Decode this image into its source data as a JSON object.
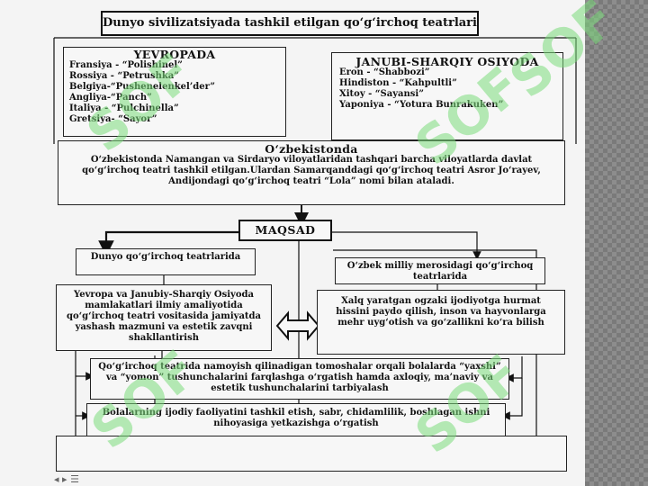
{
  "title": "Dunyo sivilizatsiyada tashkil  etilgan qo‘g‘irchoq teatrlari",
  "europe": {
    "heading": "YEVROPADA",
    "lines": [
      "Fransiya - “Polishinel”",
      "Rossiya - “Petrushka”",
      "Belgiya-“Pushenelenkel’der”",
      "Angliya-“Panch”",
      "Italiya - “Pulchinella”",
      "Gretsiya- “Sayor”"
    ]
  },
  "asia": {
    "heading": "JANUBI-SHARQIY OSIYODA",
    "lines": [
      "Eron - “Shabbozi”",
      "Hindiston - “Kahpultli”",
      "Xitoy - “Sayansi”",
      "Yaponiya - “Yotura Bunrakuken”"
    ]
  },
  "uzbekistan": {
    "heading": "O‘zbekistonda",
    "text": "O‘zbekistonda Namangan va Sirdaryo viloyatlaridan tashqari barcha viloyatlarda davlat qo‘g‘irchoq teatri tashkil etilgan.Ulardan  Samarqanddagi qo‘g‘irchoq teatri Asror Jo‘rayev, Andijondagi qo‘g‘irchoq teatri “Lola” nomi bilan ataladi."
  },
  "goal": "MAQSAD",
  "left_box": "Dunyo qo‘g‘irchoq teatrlarida",
  "right_box": "O‘zbek milliy merosidagi qo‘g‘irchoq teatrlarida",
  "left_desc": "Yevropa va Janubiy-Sharqiy Osiyoda mamlakatlari ilmiy amaliyotida qo‘g‘irchoq teatri vositasida jamiyatda yashash mazmuni va estetik zavqni shakllantirish",
  "right_desc": "Xalq yaratgan ogzaki ijodiyotga hurmat hissini paydo qilish, inson va hayvonlarga mehr uyg‘otish va go‘zallikni ko‘ra bilish",
  "wide1": "Qo‘g‘irchoq teatrida namoyish qilinadigan tomoshalar orqali bolalarda  “yaxshi” va “yomon” tushunchalarini farqlashga o‘rgatish hamda axloqiy, ma’naviy va estetik tushunchalarini tarbiyalash",
  "wide2": "Bolalarning ijodiy faoliyatini tashkil etish, sabr, chidamlilik, boshlagan ishni nihoyasiga yetkazishga o‘rgatish",
  "watermark": "SOF",
  "colors": {
    "watermark": "#7cdc7c",
    "strip": "#8d8d8d",
    "line": "#111111"
  }
}
